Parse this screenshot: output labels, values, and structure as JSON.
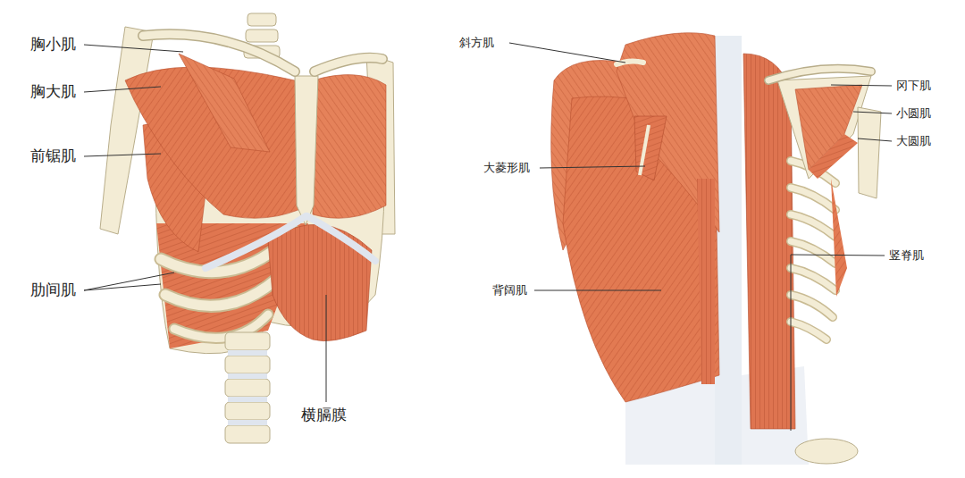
{
  "diagram": {
    "labels": [
      "胸小肌",
      "胸大肌",
      "前锯肌",
      "肋间肌",
      "横膈膜",
      "斜方肌",
      "大菱形肌",
      "背阔肌",
      "冈下肌",
      "小圆肌",
      "大圆肌",
      "竖脊肌"
    ]
  }
}
